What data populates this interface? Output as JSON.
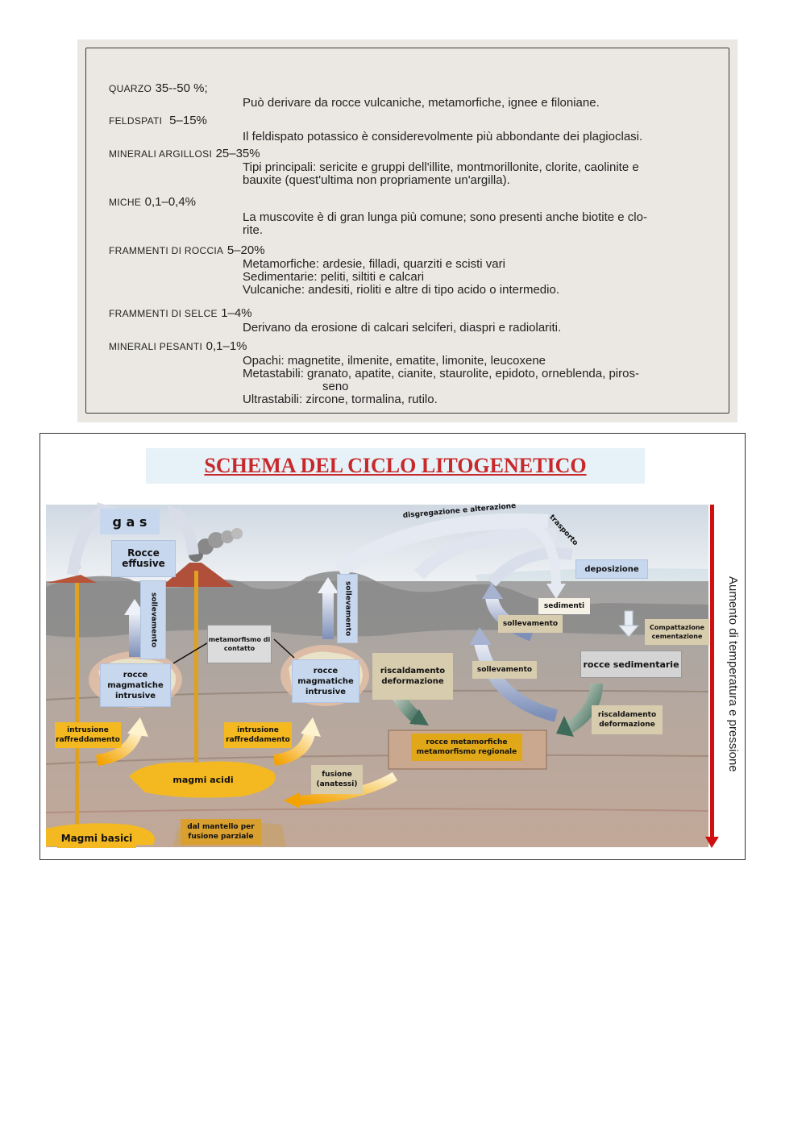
{
  "composition": [
    {
      "name": "QUARZO",
      "pct": "35--50 %;",
      "lines": [
        "Può derivare da rocce vulcaniche, metamorfiche, ignee e filoniane."
      ]
    },
    {
      "name": "FELDSPATI",
      "pct": "5–15%",
      "lines": [
        "Il feldispato potassico è considerevolmente più abbondante dei plagioclasi."
      ]
    },
    {
      "name": "MINERALI ARGILLOSI",
      "pct": "25–35%",
      "lines": [
        "Tipi principali: sericite e gruppi dell'illite, montmorillonite, clorite, caolinite e",
        "bauxite (quest'ultima non propriamente un'argilla)."
      ]
    },
    {
      "name": "MICHE",
      "pct": "0,1–0,4%",
      "lines": [
        "La muscovite è di gran lunga più comune; sono presenti anche biotite e clo-",
        "rite."
      ]
    },
    {
      "name": "FRAMMENTI DI ROCCIA",
      "pct": "5–20%",
      "lines": [
        "Metamorfiche: ardesie, filladi, quarziti e scisti vari",
        "Sedimentarie: peliti, siltiti e calcari",
        "Vulcaniche: andesiti, rioliti e altre di tipo acido o intermedio."
      ]
    },
    {
      "name": "FRAMMENTI DI SELCE",
      "pct": "1–4%",
      "lines": [
        "Derivano da erosione di calcari selciferi, diaspri e radiolariti."
      ]
    },
    {
      "name": "MINERALI PESANTI",
      "pct": "0,1–1%",
      "lines": [
        "Opachi: magnetite, ilmenite, ematite, limonite, leucoxene",
        "Metastabili:  granato, apatite, cianite, staurolite, epidoto, orneblenda, piros-",
        "seno",
        "Ultrastabili: zircone, tormalina, rutilo."
      ]
    }
  ],
  "diagram": {
    "title": "SCHEMA DEL CICLO LITOGENETICO",
    "side_label": "Aumento di temperatura e pressione",
    "labels": {
      "gas": "g a s",
      "effusive": "Rocce effusive",
      "uplift_left": "sollevamento",
      "uplift_mid": "sollevamento",
      "contact": "metamorfismo di contatto",
      "intrusive_left": "rocce magmatiche intrusive",
      "intrusive_right": "rocce magmatiche intrusive",
      "intrusion_left": "intrusione raffreddamento",
      "intrusion_right": "intrusione raffreddamento",
      "acid_magma": "magmi acidi",
      "basic_magma": "Magmi basici",
      "mantle": "dal mantello per fusione parziale",
      "fusion": "fusione (anatessi)",
      "heating_mid": "riscaldamento deformazione",
      "uplift_a": "sollevamento",
      "uplift_b": "sollevamento",
      "metamorphic": "rocce metamorfiche metamorfismo regionale",
      "heating_right": "riscaldamento deformazione",
      "sedimentary": "rocce sedimentarie",
      "compaction": "Compattazione cementazione",
      "sediments": "sedimenti",
      "deposition": "deposizione",
      "transport": "trasporto",
      "weathering": "disgregazione e alterazione"
    },
    "colors": {
      "title": "#c8282a",
      "arrow": "#d01010",
      "magma": "#f4b920",
      "sky": "#dfe6ee",
      "rock": "#8d8d8d"
    }
  }
}
